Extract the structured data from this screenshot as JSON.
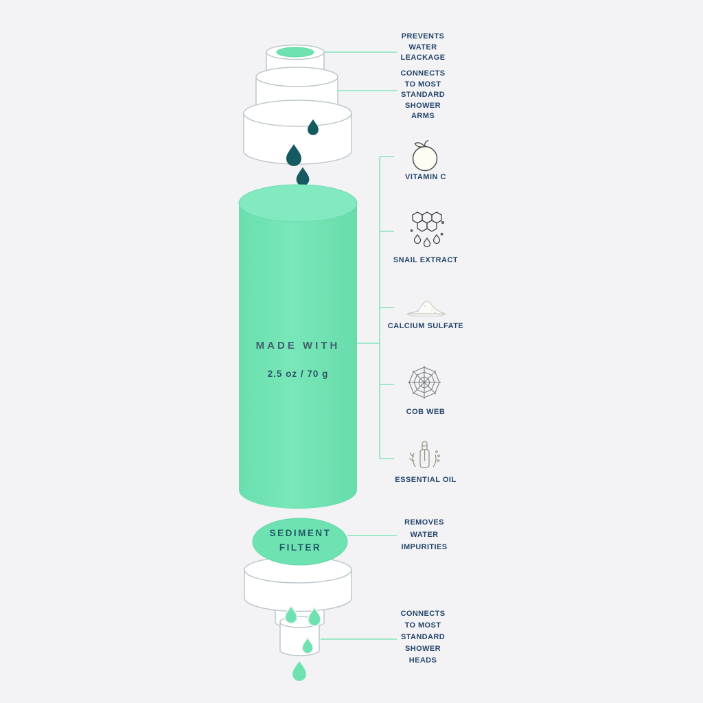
{
  "colors": {
    "background": "#f3f3f5",
    "mint": "#6fe2b1",
    "mint_light": "#83e9c0",
    "navy_text": "#24446b",
    "teal_drop": "#145a60",
    "teal_heading": "#205a68",
    "callout_line": "#84e4bc",
    "shape_outline": "#bdc7cc"
  },
  "cartridge": {
    "made_with": "MADE WITH",
    "weight": "2.5 oz / 70 g"
  },
  "sediment_filter": {
    "label": "SEDIMENT\nFILTER"
  },
  "callouts": {
    "prevents": "PREVENTS\nWATER\nLEACKAGE",
    "connects_arms": "CONNECTS\nTO MOST\nSTANDARD\nSHOWER\nARMS",
    "removes": "REMOVES\nWATER\nIMPURITIES",
    "connects_heads": "CONNECTS\nTO MOST\nSTANDARD\nSHOWER\nHEADS"
  },
  "ingredients": [
    {
      "label": "VITAMIN C",
      "icon": "orange-icon"
    },
    {
      "label": "SNAIL EXTRACT",
      "icon": "honeycomb-drops-icon"
    },
    {
      "label": "CALCIUM SULFATE",
      "icon": "powder-pile-icon"
    },
    {
      "label": "COB WEB",
      "icon": "spider-web-icon"
    },
    {
      "label": "ESSENTIAL OIL",
      "icon": "dropper-bottle-icon"
    }
  ]
}
